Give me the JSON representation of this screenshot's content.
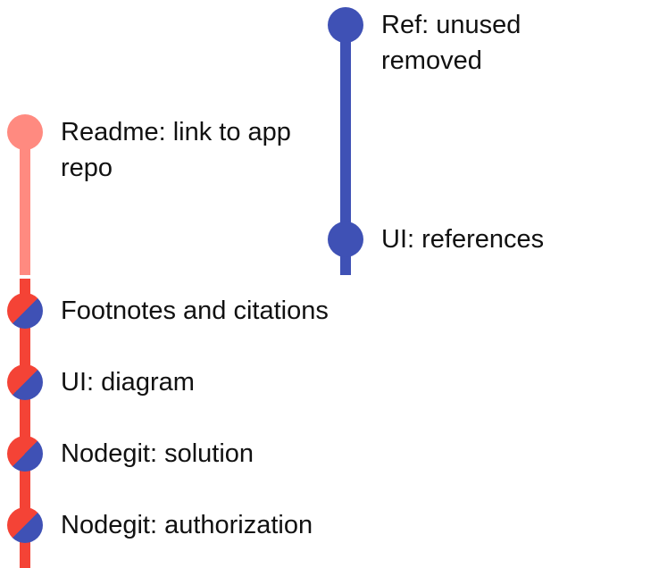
{
  "colors": {
    "blue": "#3f51b5",
    "salmon": "#ff8a80",
    "red": "#f44336",
    "text": "#111111"
  },
  "commits": [
    {
      "message": "Ref: unused removed",
      "branch": "blue"
    },
    {
      "message": "Readme: link to app repo",
      "branch": "salmon"
    },
    {
      "message": "UI: references",
      "branch": "blue"
    },
    {
      "message": "Footnotes and citations",
      "branch": "merge"
    },
    {
      "message": "UI: diagram",
      "branch": "merge"
    },
    {
      "message": "Nodegit: solution",
      "branch": "merge"
    },
    {
      "message": "Nodegit: authorization",
      "branch": "merge"
    }
  ]
}
